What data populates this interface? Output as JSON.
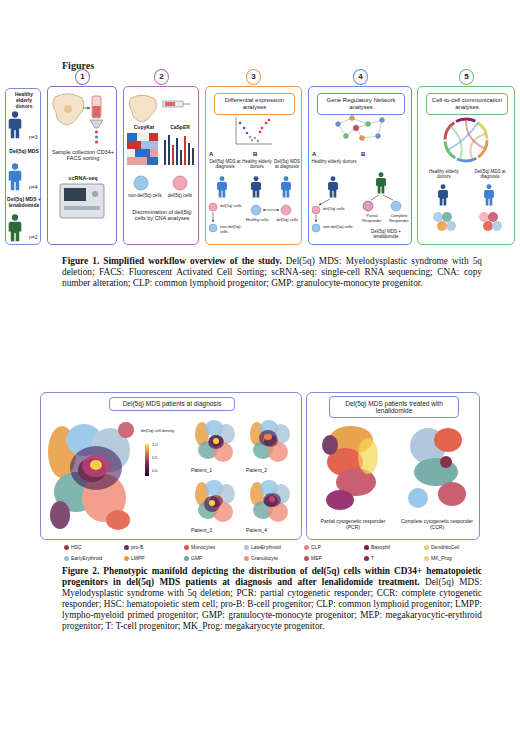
{
  "diagram": {
    "title": "Figures",
    "nodes": [
      {
        "text": [
          "Healthy elderly donors",
          "n=3",
          "Del(5q) MDS",
          "n=4",
          "Del(5q) MDS + lenalidomide",
          "n=2"
        ]
      },
      {
        "text": [
          "1"
        ]
      },
      {
        "text": [
          "Sample collection CD34+ FACS sorting",
          "scRNA-seq"
        ]
      },
      {
        "text": [
          "2"
        ]
      },
      {
        "text": [
          "CopyKat",
          "CaSpER",
          "non-del(5q) cells",
          "del(5q) cells",
          "Discrimination of del(5q) cells by CNA analyses"
        ]
      },
      {
        "text": [
          "3"
        ]
      },
      {
        "text": [
          "A",
          "B",
          "Del(5q) MDS at diagnosis",
          "Healthy elderly donors",
          "Del(5q) MDS at diagnosis",
          "del(5q) cells",
          "non-del(5q) cells",
          "Healthy cells",
          "del(5q) cells"
        ]
      },
      {
        "text": [
          "Differential expression analyses"
        ],
        "in": 6
      },
      {
        "text": [
          "4"
        ]
      },
      {
        "text": [
          "A",
          "B",
          "Healthy elderly donors",
          "del(5q) cells",
          "non-del(5q) cells",
          "Partial Responder",
          "Complete Responder",
          "Del(5q) MDS + lenalidomide"
        ]
      },
      {
        "text": [
          "Gene Regulatory Network analyses"
        ],
        "in": 9
      },
      {
        "text": [
          "5"
        ]
      },
      {
        "text": [
          "Healthy elderly donors",
          "Del(5q) MDS at diagnosis"
        ]
      },
      {
        "text": [
          "Cell-to-cell communication analyses"
        ],
        "in": 12
      },
      {
        "text": [
          "del(5q) cell density",
          "1.0",
          "0.5",
          "0.0",
          "Patient_1",
          "Patient_2",
          "Patient_3",
          "Patient_4"
        ]
      },
      {
        "text": [
          "Del(5q) MDS patients at diagnosis"
        ],
        "in": 14
      },
      {
        "text": [
          "Partial cytogenetic responder (PCR)",
          "Complete cytogenetic responder (CCR)"
        ]
      },
      {
        "text": [
          "Del(5q) MDS patients treated with lenalidomide"
        ],
        "in": 16
      }
    ],
    "labels": [
      "Figure 1. Simplified workflow overview of the study.",
      "Del(5q) MDS: Myelodysplastic syndrome with 5q deletion; FACS: Fluorescent Activated Cell Sorting; scRNA-seq: single-cell RNA sequencing; CNA: copy number alteration; CLP: common lymphoid progenitor; GMP: granulocyte-monocyte progenitor.",
      "Figure 2. Phenotypic manifold depicting the distribution of del(5q) cells within CD34+ hematopoietic progenitors in del(5q) MDS patients at diagnosis and after lenalidomide treatment.",
      "Del(5q) MDS: Myelodysplastic syndrome with 5q deletion; PCR: partial cytogenetic responder; CCR: complete cytogenetic responder; HSC: hematopoietic stem cell; pro-B: B-cell progenitor; CLP: common lymphoid progenitor; LMPP: lympho-myeloid primed progenitor; GMP: granulocyte-monocyte progenitor; MEP: megakaryocytic-erythroid progenitor; T: T-cell progenitor; MK_Prog: megakaryocyte progenitor."
    ],
    "legend": [
      {
        "text": "HSC",
        "color": "#9c3b3b"
      },
      {
        "text": "pro-B",
        "color": "#6b2d5c"
      },
      {
        "text": "Monocytes",
        "color": "#e2553b"
      },
      {
        "text": "LateErythroid",
        "color": "#a9c3d9"
      },
      {
        "text": "CLP",
        "color": "#d98c7a"
      },
      {
        "text": "Basophil",
        "color": "#7a1e36"
      },
      {
        "text": "DendriticCell",
        "color": "#d9d36a"
      },
      {
        "text": "EarlyErythroid",
        "color": "#8ec3e6"
      },
      {
        "text": "LMPP",
        "color": "#e79a3c"
      },
      {
        "text": "GMP",
        "color": "#6aa7a1"
      },
      {
        "text": "Granulocyte",
        "color": "#f0907a"
      },
      {
        "text": "MEP",
        "color": "#c44f63"
      },
      {
        "text": "T",
        "color": "#8e2063"
      },
      {
        "text": "MK_Prog",
        "color": "#f7c89a"
      }
    ]
  }
}
